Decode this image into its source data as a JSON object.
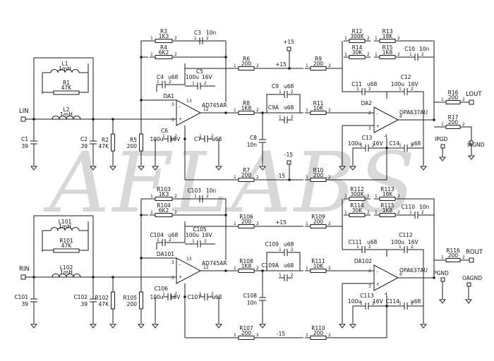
{
  "watermark": "AFLABS",
  "top": {
    "input": "LIN",
    "out_pos": "LOUT",
    "gnd": "IAGND",
    "gnd2": "IPGD",
    "plus": "+15",
    "minus": "-15",
    "L1": [
      "L1",
      "1mH"
    ],
    "R1": [
      "R1",
      "47K"
    ],
    "L2": [
      "L2",
      "1mH"
    ],
    "C1": [
      "C1",
      "39"
    ],
    "C2": [
      "C2",
      "39"
    ],
    "R2": [
      "R2",
      "47K"
    ],
    "R5": [
      "R5",
      "200"
    ],
    "R3": [
      "R3",
      "1K3"
    ],
    "R4": [
      "R4",
      "6K2"
    ],
    "C3": [
      "C3",
      "10n"
    ],
    "C4": [
      "C4",
      "u68"
    ],
    "C5": [
      "C5",
      "100u",
      "16V"
    ],
    "C6": [
      "C6",
      "100u",
      "16V"
    ],
    "C7": [
      "C7",
      "u68"
    ],
    "R6": [
      "R6",
      "200"
    ],
    "R7": [
      "R7",
      "200"
    ],
    "R8": [
      "R8",
      "1K8"
    ],
    "C8": [
      "C8",
      "10n"
    ],
    "C9": [
      "C9",
      "u68"
    ],
    "C9A": [
      "C9A",
      "u68"
    ],
    "R9": [
      "R9",
      "200"
    ],
    "R10": [
      "R10",
      "200"
    ],
    "R11": [
      "R11",
      "10K"
    ],
    "R12": [
      "R12",
      "300K"
    ],
    "R13": [
      "R13",
      "18K"
    ],
    "R14": [
      "R14",
      "30K"
    ],
    "R15": [
      "R15",
      "1K8"
    ],
    "C10": [
      "C10",
      "10n"
    ],
    "C11": [
      "C11",
      "u68"
    ],
    "C12": [
      "C12",
      "100u",
      "16V"
    ],
    "C13": [
      "C13",
      "100u",
      "16V"
    ],
    "C14": [
      "C14",
      "u68"
    ],
    "R16": [
      "R16",
      "200"
    ],
    "R17": [
      "R17",
      "200"
    ],
    "DA1": [
      "DA1",
      "AD745AR"
    ],
    "DA2": [
      "DA2",
      "OPA637AU"
    ]
  },
  "bottom": {
    "input": "RIN",
    "out_pos": "ROUT",
    "gnd": "OAGND",
    "gnd2": "PGND",
    "plus": "+15",
    "minus": "-15",
    "L1": [
      "L101",
      "1mH"
    ],
    "R1": [
      "R101",
      "47K"
    ],
    "L2": [
      "L102",
      "1mH"
    ],
    "C1": [
      "C101",
      "39"
    ],
    "C2": [
      "C102",
      "39"
    ],
    "R2": [
      "R102",
      "47K"
    ],
    "R5": [
      "R105",
      "200"
    ],
    "R3": [
      "R103",
      "1K3"
    ],
    "R4": [
      "R104",
      "6K2"
    ],
    "C3": [
      "C103",
      "10n"
    ],
    "C4": [
      "C104",
      "u68"
    ],
    "C5": [
      "C105",
      "100u",
      "16V"
    ],
    "C6": [
      "C106",
      "100u",
      "16V"
    ],
    "C7": [
      "C107",
      "u68"
    ],
    "R6": [
      "R106",
      "200"
    ],
    "R7": [
      "R107",
      "200"
    ],
    "R8": [
      "R108",
      "1K8"
    ],
    "C8": [
      "C108",
      "10n"
    ],
    "C9": [
      "C109",
      "u68"
    ],
    "C9A": [
      "C109A",
      "u68"
    ],
    "R9": [
      "R109",
      "200"
    ],
    "R10": [
      "R110",
      "200"
    ],
    "R11": [
      "R111",
      "10K"
    ],
    "R12": [
      "R112",
      "300K"
    ],
    "R13": [
      "R113",
      "18K"
    ],
    "R14": [
      "R114",
      "30K"
    ],
    "R15": [
      "R115",
      "1K8"
    ],
    "C10": [
      "C110",
      "10n"
    ],
    "C11": [
      "C111",
      "u68"
    ],
    "C12": [
      "C112",
      "100u",
      "16V"
    ],
    "C13": [
      "C113",
      "100u",
      "16V"
    ],
    "C14": [
      "C114",
      "u68"
    ],
    "R16": [
      "R116",
      "200"
    ],
    "DA1": [
      "DA101",
      "AD745AR"
    ],
    "DA2": [
      "DA102",
      "OPA637AU"
    ]
  }
}
